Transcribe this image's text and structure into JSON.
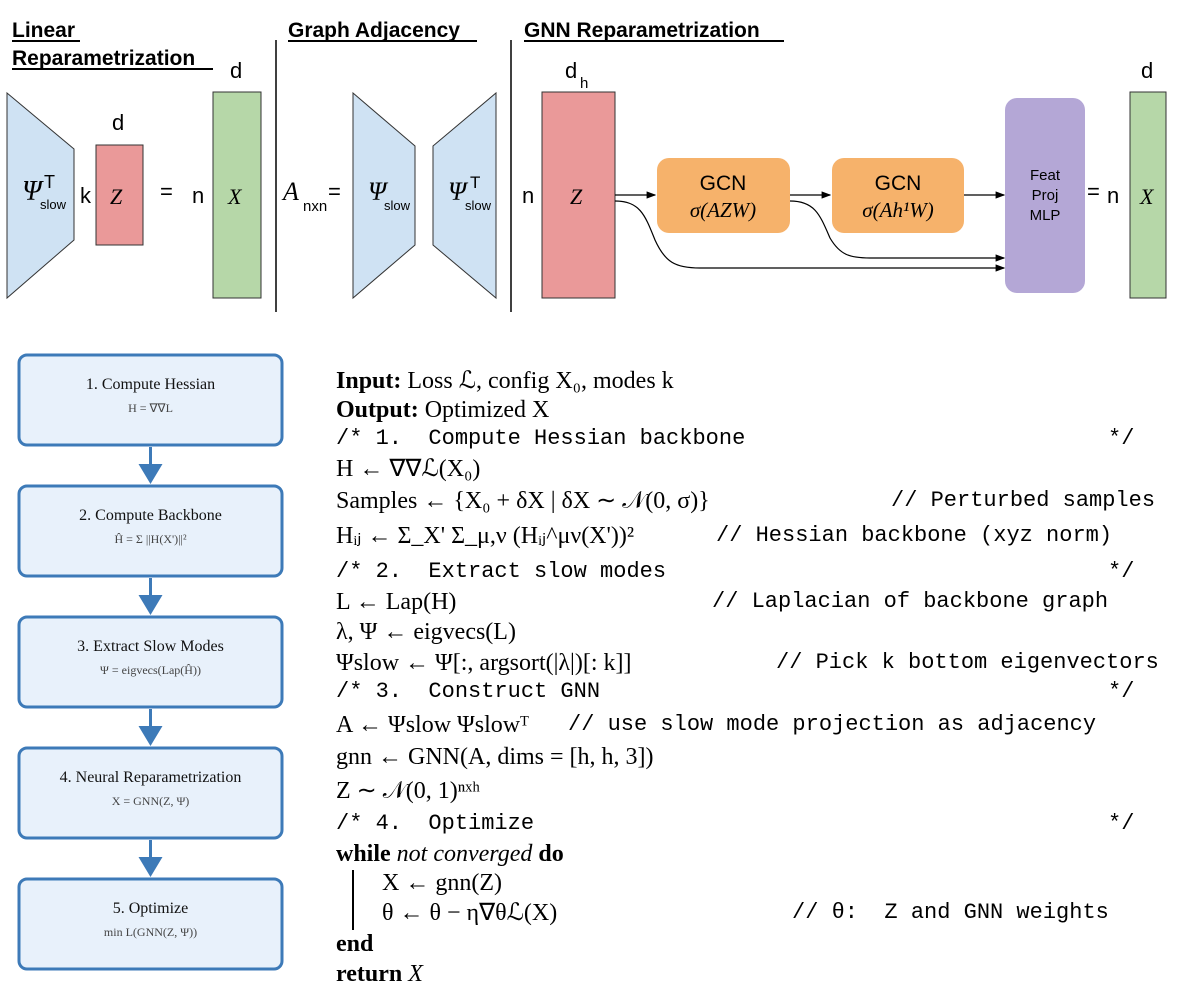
{
  "sections": {
    "linear": {
      "title_line1": "Linear",
      "title_line2": "Reparametrization",
      "psi_symbol": "Ψ",
      "psi_sup": "T",
      "psi_sub": "slow",
      "k_label": "k",
      "z_dim_label": "d",
      "z_symbol": "Z",
      "equals": "=",
      "n_label": "n",
      "x_dim_label": "d",
      "x_symbol": "X"
    },
    "adjacency": {
      "title": "Graph Adjacency",
      "a_symbol": "A",
      "a_sub": "nxn",
      "equals": "=",
      "psi_left_symbol": "Ψ",
      "psi_left_sub": "slow",
      "psi_right_symbol": "Ψ",
      "psi_right_sup": "T",
      "psi_right_sub": "slow"
    },
    "gnn": {
      "title": "GNN Reparametrization",
      "z_dim_label": "d",
      "z_dim_sub": "h",
      "n_label": "n",
      "z_symbol": "Z",
      "gcn1_title": "GCN",
      "gcn1_formula": "σ(AZW)",
      "gcn2_title": "GCN",
      "gcn2_formula": "σ(Ah¹W)",
      "mlp_line1": "Feat",
      "mlp_line2": "Proj",
      "mlp_line3": "MLP",
      "equals": "=",
      "out_n_label": "n",
      "x_dim_label": "d",
      "x_symbol": "X"
    }
  },
  "colors": {
    "psi_fill": "#cfe2f3",
    "z_fill": "#ea9999",
    "x_fill": "#b6d7a8",
    "gcn_fill": "#f6b26b",
    "mlp_fill": "#b4a7d6",
    "flow_box_fill": "#e8f1fb",
    "flow_box_border": "#3d7ab8",
    "flow_arrow": "#3d7ab8"
  },
  "flowchart": {
    "steps": [
      {
        "title": "1. Compute Hessian",
        "formula": "H = ∇∇L"
      },
      {
        "title": "2. Compute Backbone",
        "formula": "Ĥ = Σ ||H(X')||²"
      },
      {
        "title": "3. Extract Slow Modes",
        "formula": "Ψ = eigvecs(Lap(Ĥ))"
      },
      {
        "title": "4. Neural Reparametrization",
        "formula": "X = GNN(Z, Ψ)"
      },
      {
        "title": "5. Optimize",
        "formula": "min L(GNN(Z, Ψ))"
      }
    ]
  },
  "algorithm": {
    "input_label": "Input:",
    "input_text": "Loss ℒ, config X₀, modes k",
    "output_label": "Output:",
    "output_text": "Optimized X",
    "lines": [
      {
        "code": "H ← ∇∇ℒ(X₀)",
        "comment": ""
      },
      {
        "code": "Samples ← {X₀ + δX | δX ∼ 𝒩(0, σ)}",
        "comment": "// Perturbed samples"
      },
      {
        "code": "Hᵢⱼ ← Σ_X' Σ_μ,ν (Hᵢⱼ^μν(X'))²",
        "comment": "// Hessian backbone (xyz norm)"
      },
      {
        "code": "L ← Lap(H)",
        "comment": "// Laplacian of backbone graph"
      },
      {
        "code": "λ, Ψ ← eigvecs(L)",
        "comment": ""
      },
      {
        "code": "Ψslow ← Ψ[:, argsort(|λ|)[: k]]",
        "comment": "// Pick k bottom eigenvectors"
      },
      {
        "code": "A ← Ψslow Ψslowᵀ",
        "comment": "// use slow mode projection as adjacency"
      },
      {
        "code": "gnn ← GNN(A, dims = [h, h, 3])",
        "comment": ""
      },
      {
        "code": "Z ∼ 𝒩(0, 1)ⁿˣʰ",
        "comment": ""
      },
      {
        "code": "X ← gnn(Z)",
        "comment": ""
      },
      {
        "code": "θ ← θ − η∇θℒ(X)",
        "comment": "// θ:  Z and GNN weights"
      }
    ],
    "section_comments": [
      {
        "text": "/* 1.  Compute Hessian backbone",
        "end": "*/"
      },
      {
        "text": "/* 2.  Extract slow modes",
        "end": "*/"
      },
      {
        "text": "/* 3.  Construct GNN",
        "end": "*/"
      },
      {
        "text": "/* 4.  Optimize",
        "end": "*/"
      }
    ],
    "while_kw": "while",
    "while_cond": "not converged",
    "do_kw": "do",
    "end_kw": "end",
    "return_kw": "return",
    "return_val": "X"
  }
}
